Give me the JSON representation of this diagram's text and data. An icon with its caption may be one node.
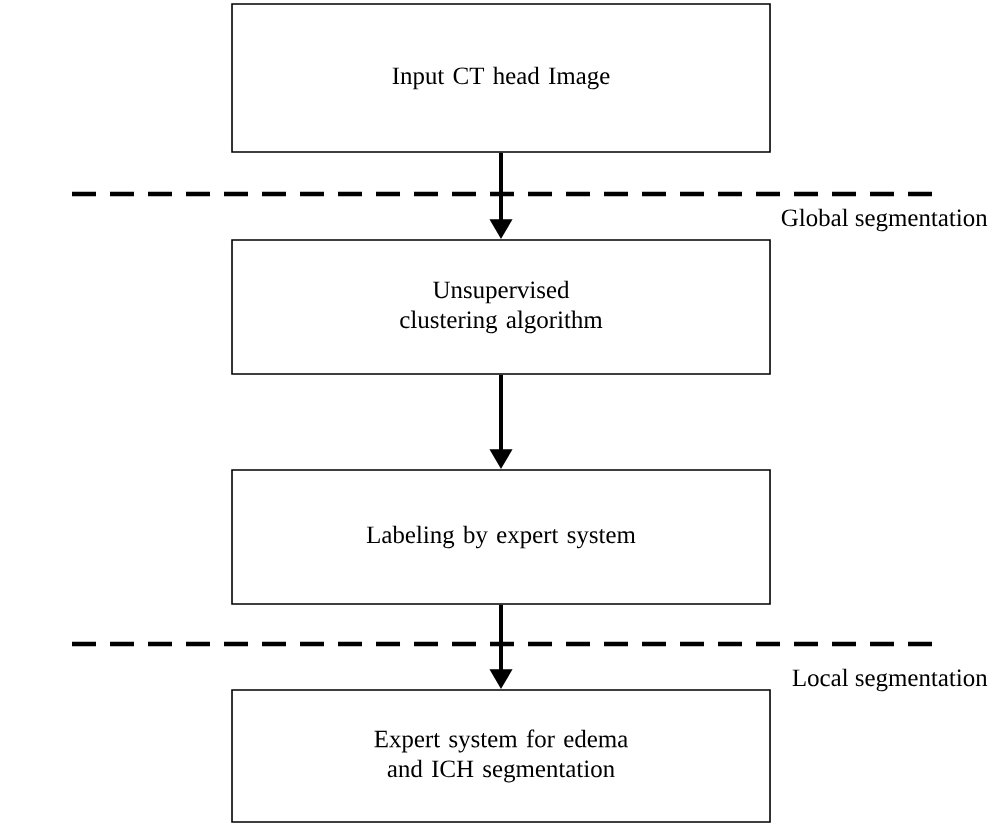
{
  "diagram": {
    "nodes": [
      {
        "text": [
          "Input CT head Image"
        ]
      },
      {
        "text": [
          "Unsupervised clustering algorithm"
        ]
      },
      {
        "text": [
          "Labeling by expert system"
        ]
      },
      {
        "text": [
          "Expert system for edema and ICH segmentation"
        ]
      }
    ],
    "edges": [
      {
        "from": 0,
        "to": 1,
        "arrow": "to"
      },
      {
        "from": 1,
        "to": 2,
        "arrow": "to"
      },
      {
        "from": 2,
        "to": 3,
        "arrow": "to"
      }
    ],
    "labels": [
      "Global segmentation",
      "Local segmentation"
    ]
  }
}
